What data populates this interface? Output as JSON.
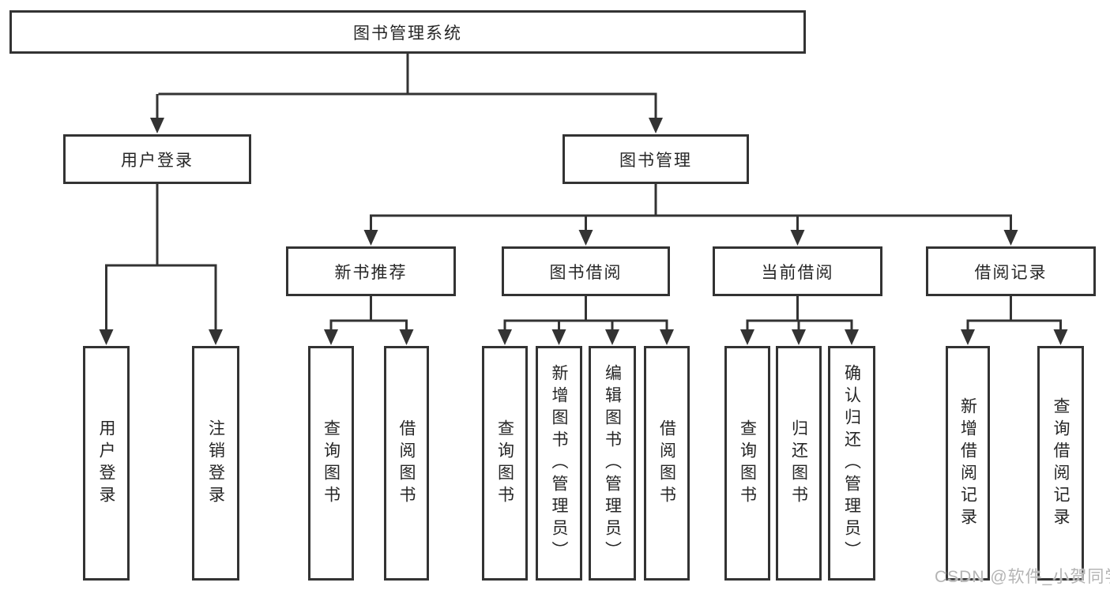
{
  "diagram": {
    "root": {
      "label": "图书管理系统"
    },
    "branches": [
      {
        "label": "用户登录"
      },
      {
        "label": "图书管理"
      }
    ],
    "modules": [
      {
        "label": "新书推荐"
      },
      {
        "label": "图书借阅"
      },
      {
        "label": "当前借阅"
      },
      {
        "label": "借阅记录"
      }
    ],
    "leaves": [
      {
        "label": "用户登录"
      },
      {
        "label": "注销登录"
      },
      {
        "label": "查询图书"
      },
      {
        "label": "借阅图书"
      },
      {
        "label": "查询图书"
      },
      {
        "label": "新增图书（管理员）"
      },
      {
        "label": "编辑图书（管理员）"
      },
      {
        "label": "借阅图书"
      },
      {
        "label": "查询图书"
      },
      {
        "label": "归还图书"
      },
      {
        "label": "确认归还（管理员）"
      },
      {
        "label": "新增借阅记录"
      },
      {
        "label": "查询借阅记录"
      }
    ]
  },
  "watermark": {
    "text": "CSDN @软件_小贺同学"
  },
  "colors": {
    "line": "#333333",
    "border": "#333333",
    "text": "#262626",
    "watermark": "#b4b4b4",
    "background": "#ffffff"
  }
}
